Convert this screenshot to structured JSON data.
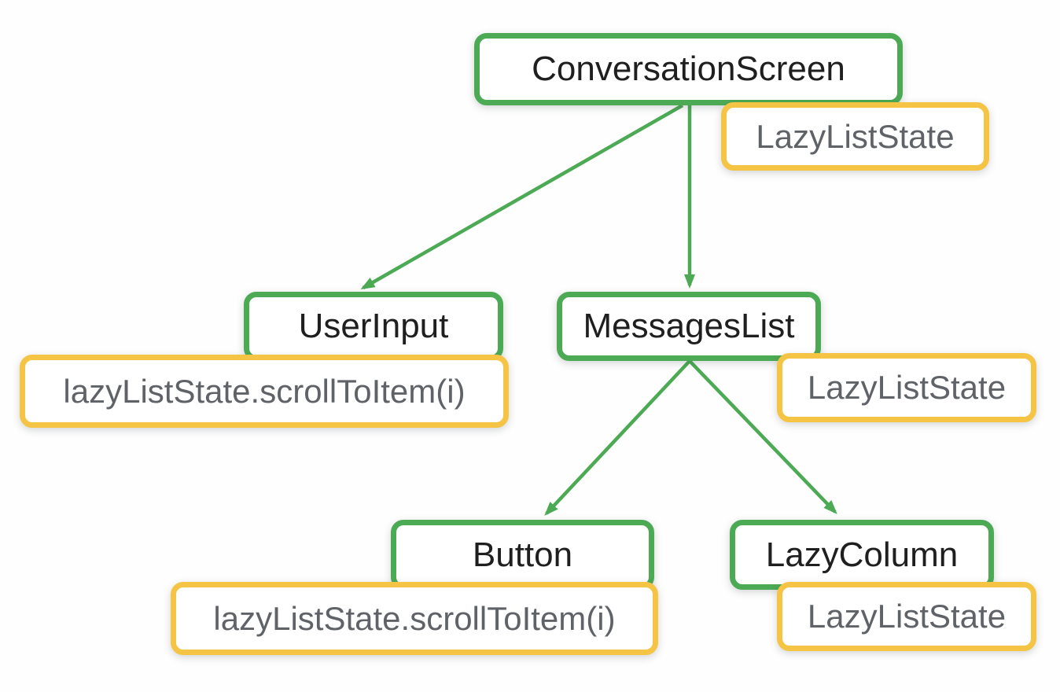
{
  "diagram": {
    "description": "Compose state hoisting tree",
    "nodes": {
      "conversation_screen": {
        "label": "ConversationScreen",
        "type": "composable"
      },
      "lazyliststate_top": {
        "label": "LazyListState",
        "type": "state"
      },
      "user_input": {
        "label": "UserInput",
        "type": "composable"
      },
      "scroll_to_item_left": {
        "label": "lazyListState.scrollToItem(i)",
        "type": "state"
      },
      "messages_list": {
        "label": "MessagesList",
        "type": "composable"
      },
      "lazyliststate_mid": {
        "label": "LazyListState",
        "type": "state"
      },
      "button": {
        "label": "Button",
        "type": "composable"
      },
      "scroll_to_item_bottom": {
        "label": "lazyListState.scrollToItem(i)",
        "type": "state"
      },
      "lazy_column": {
        "label": "LazyColumn",
        "type": "composable"
      },
      "lazyliststate_bottom": {
        "label": "LazyListState",
        "type": "state"
      }
    },
    "edges": [
      {
        "from": "conversation_screen",
        "to": "user_input"
      },
      {
        "from": "conversation_screen",
        "to": "messages_list"
      },
      {
        "from": "messages_list",
        "to": "button"
      },
      {
        "from": "messages_list",
        "to": "lazy_column"
      }
    ],
    "colors": {
      "composable_border": "#4CAA54",
      "state_border": "#F6C445",
      "composable_text": "#1F1F1F",
      "state_text": "#5F6368",
      "edge": "#4CAA54",
      "background": "#FEFEFE"
    }
  }
}
